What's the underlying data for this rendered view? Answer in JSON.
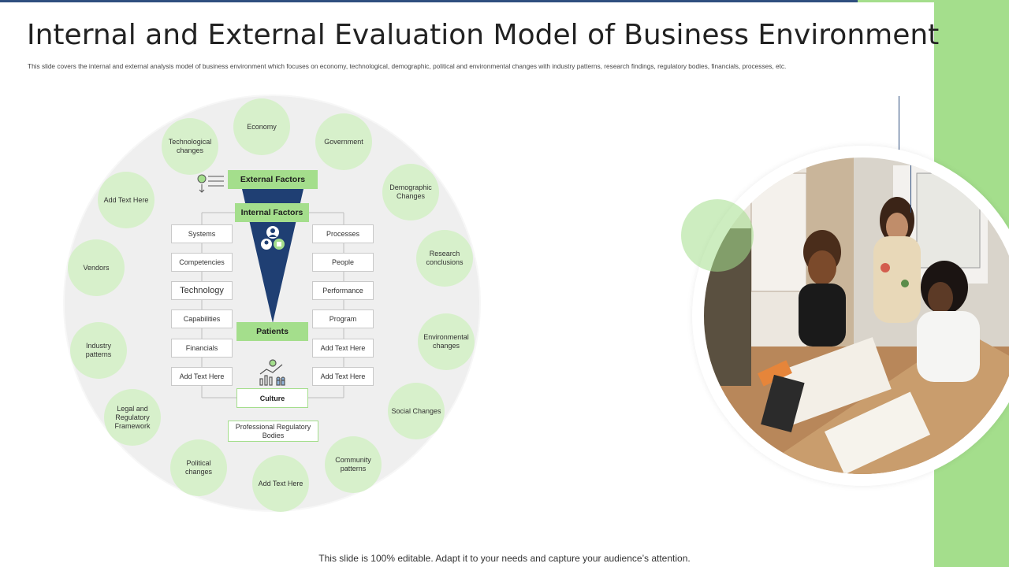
{
  "header": {
    "title": "Internal and External Evaluation Model of Business Environment",
    "subtitle": "This slide covers the internal and external analysis model of business environment which focuses on economy, technological, demographic, political and environmental changes with industry patterns, research findings, regulatory bodies, financials, processes, etc."
  },
  "outer_bubbles": [
    "Economy",
    "Government",
    "Demographic Changes",
    "Research conclusions",
    "Environmental changes",
    "Social Changes",
    "Community patterns",
    "Add Text Here",
    "Political changes",
    "Legal and Regulatory Framework",
    "Industry patterns",
    "Vendors",
    "Add Text Here",
    "Technological changes"
  ],
  "funnel": {
    "external_label": "External Factors",
    "internal_label": "Internal Factors",
    "patients_label": "Patients",
    "culture_label": "Culture",
    "professional_label": "Professional Regulatory Bodies"
  },
  "left_boxes": [
    "Systems",
    "Competencies",
    "Technology",
    "Capabilities",
    "Financials",
    "Add Text Here"
  ],
  "right_boxes": [
    "Processes",
    "People",
    "Performance",
    "Program",
    "Add Text Here",
    "Add Text Here"
  ],
  "footer": {
    "text": "This slide is 100% editable. Adapt it to your needs and capture your audience’s attention."
  },
  "colors": {
    "accent_green": "#a4de8c",
    "bubble_green": "#d7f0cb",
    "navy": "#1f3f73",
    "background": "#ffffff"
  }
}
